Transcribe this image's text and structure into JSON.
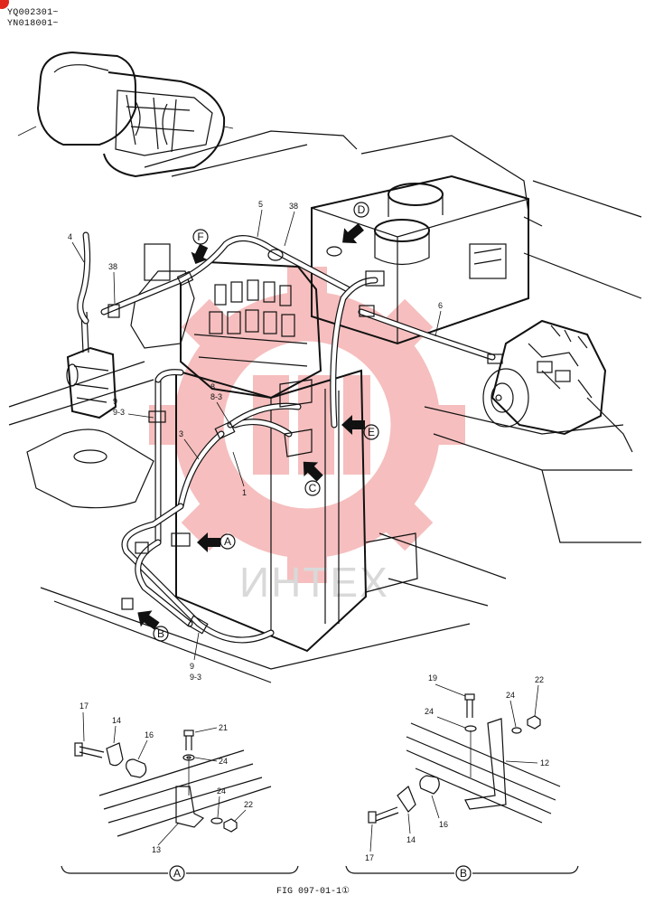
{
  "serial_numbers": [
    "YQ002301~",
    "YN018001~"
  ],
  "watermark": "ИНТЕХ",
  "figure_caption": "FIG 097-01-1①",
  "view_letters": [
    "A",
    "B",
    "C",
    "D",
    "E",
    "F"
  ],
  "callouts": {
    "c5": "5",
    "c38a": "38",
    "c38b": "38",
    "c4": "4",
    "c6": "6",
    "c8": "8",
    "c8_3": "8-3",
    "c9a": "9",
    "c9_3a": "9-3",
    "c3": "3",
    "c1": "1",
    "c9b": "9",
    "c9_3b": "9-3"
  },
  "detail_a": {
    "label": "A",
    "callouts": {
      "c17": "17",
      "c14": "14",
      "c16": "16",
      "c21": "21",
      "c24a": "24",
      "c24b": "24",
      "c22": "22",
      "c13": "13"
    }
  },
  "detail_b": {
    "label": "B",
    "callouts": {
      "c19": "19",
      "c24a": "24",
      "c24b": "24",
      "c22": "22",
      "c12": "12",
      "c17": "17",
      "c14": "14",
      "c16": "16"
    }
  },
  "colors": {
    "line": "#111111",
    "watermark_gear": "#f5b3b3",
    "watermark_text": "#d9d9d9",
    "badge": "#e0261b"
  }
}
